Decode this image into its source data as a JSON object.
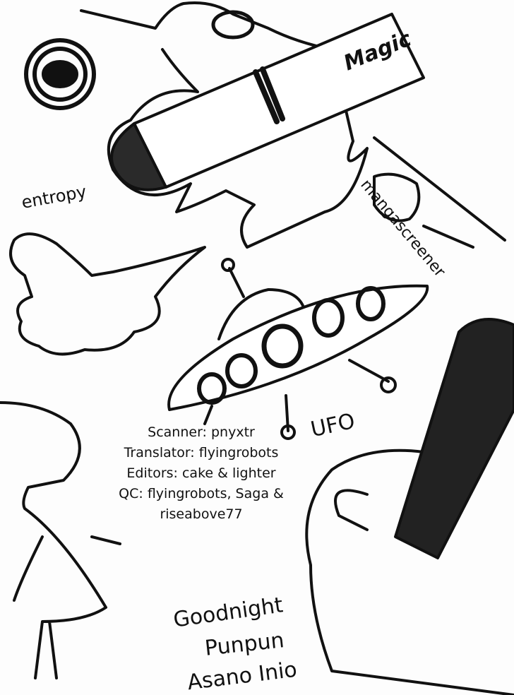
{
  "labels": {
    "pen_brand": "Magic",
    "entropy": "entropy",
    "mangascreener": "mangascreener",
    "ufo": "UFO"
  },
  "credits": [
    "Scanner: pnyxtr",
    "Translator: flyingrobots",
    "Editors: cake & lighter",
    "QC: flyingrobots, Saga &",
    "riseabove77"
  ],
  "title": {
    "line1": "Goodnight",
    "line2": "Punpun",
    "author": "Asano Inio"
  },
  "colors": {
    "ink": "#111111",
    "paper": "#fdfdfd",
    "pen_body": "#2a2a2a"
  }
}
